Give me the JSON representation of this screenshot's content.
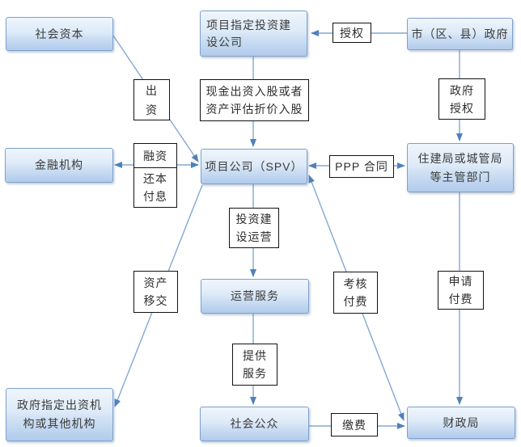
{
  "colors": {
    "background": "#ffffff",
    "node_fill_top": "#eff5fc",
    "node_fill_bottom": "#b1cbec",
    "node_border": "#7da1cd",
    "label_border": "#121212",
    "label_fill": "#ffffff",
    "connector": "#84a7d3",
    "arrowhead": "#4f81bd",
    "text": "#3b3b3b"
  },
  "nodes": {
    "social_capital": {
      "lines": [
        "社会资本"
      ]
    },
    "designated_company": {
      "lines": [
        "项目指定投资建",
        "设公司"
      ]
    },
    "city_government": {
      "lines": [
        "市（区、县）政府"
      ]
    },
    "financial_institution": {
      "lines": [
        "金融机构"
      ]
    },
    "spv": {
      "lines": [
        "项目公司（SPV）"
      ]
    },
    "housing_bureau": {
      "lines": [
        "住建局或城管局",
        "等主管部门"
      ]
    },
    "operation_service": {
      "lines": [
        "运营服务"
      ]
    },
    "gov_designated_org": {
      "lines": [
        "政府指定出资机",
        "构或其他机构"
      ]
    },
    "public": {
      "lines": [
        "社会公众"
      ]
    },
    "finance_bureau": {
      "lines": [
        "财政局"
      ]
    }
  },
  "labels": {
    "authorize": {
      "lines": [
        "授权"
      ]
    },
    "cash_equity": {
      "lines": [
        "现金出资入股或者",
        "资产评估折价入股"
      ]
    },
    "gov_authorize": {
      "lines": [
        "政府",
        "授权"
      ]
    },
    "contribution": {
      "lines": [
        "出",
        "资"
      ]
    },
    "financing": {
      "lines": [
        "融资"
      ]
    },
    "repay": {
      "lines": [
        "还本",
        "付息"
      ]
    },
    "ppp_contract": {
      "lines": [
        "PPP 合同"
      ]
    },
    "invest_build_operate": {
      "lines": [
        "投资建",
        "设运营"
      ]
    },
    "asset_transfer": {
      "lines": [
        "资产",
        "移交"
      ]
    },
    "assessment_payment": {
      "lines": [
        "考核",
        "付费"
      ]
    },
    "provide_service": {
      "lines": [
        "提供",
        "服务"
      ]
    },
    "apply_payment": {
      "lines": [
        "申请",
        "付费"
      ]
    },
    "pay_fee": {
      "lines": [
        "缴费"
      ]
    }
  },
  "edges": [
    {
      "from": "市（区、县）政府",
      "to": "项目指定投资建设公司",
      "label": "授权",
      "direction": "one-way"
    },
    {
      "from": "项目指定投资建设公司",
      "to": "项目公司（SPV）",
      "label": "现金出资入股或者资产评估折价入股",
      "direction": "one-way"
    },
    {
      "from": "市（区、县）政府",
      "to": "住建局或城管局等主管部门",
      "label": "政府授权",
      "direction": "one-way"
    },
    {
      "from": "社会资本",
      "to": "项目公司（SPV）",
      "label": "出资",
      "direction": "one-way"
    },
    {
      "from": "金融机构",
      "to": "项目公司（SPV）",
      "label": "融资 / 还本付息",
      "direction": "two-way"
    },
    {
      "from": "项目公司（SPV）",
      "to": "住建局或城管局等主管部门",
      "label": "PPP 合同",
      "direction": "two-way"
    },
    {
      "from": "项目公司（SPV）",
      "to": "运营服务",
      "label": "投资建设运营",
      "direction": "one-way"
    },
    {
      "from": "运营服务",
      "to": "社会公众",
      "label": "提供服务",
      "direction": "one-way"
    },
    {
      "from": "社会公众",
      "to": "财政局",
      "label": "缴费",
      "direction": "one-way"
    },
    {
      "from": "住建局或城管局等主管部门",
      "to": "财政局",
      "label": "申请付费",
      "direction": "one-way"
    },
    {
      "from": "项目公司（SPV）",
      "to": "财政局",
      "label": "考核付费",
      "direction": "two-way"
    },
    {
      "from": "项目公司（SPV）",
      "to": "政府指定出资机构或其他机构",
      "label": "资产移交",
      "direction": "one-way"
    }
  ]
}
